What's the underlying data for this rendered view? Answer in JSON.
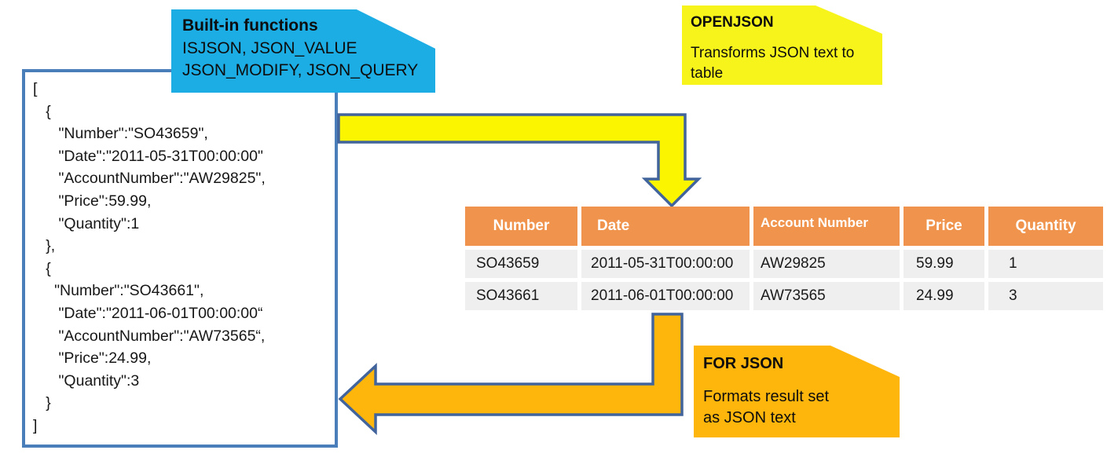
{
  "json_box": {
    "lines": [
      "[",
      "   {",
      "      \"Number\":\"SO43659\",",
      "      \"Date\":\"2011-05-31T00:00:00\"",
      "      \"AccountNumber\":\"AW29825\",",
      "      \"Price\":59.99,",
      "      \"Quantity\":1",
      "   },",
      "   {",
      "     \"Number\":\"SO43661\",",
      "      \"Date\":\"2011-06-01T00:00:00“",
      "      \"AccountNumber\":\"AW73565“,",
      "      \"Price\":24.99,",
      "      \"Quantity\":3",
      "   }",
      "]"
    ]
  },
  "callouts": {
    "builtin": {
      "title": "Built-in functions",
      "line1": "ISJSON, JSON_VALUE",
      "line2": "JSON_MODIFY, JSON_QUERY"
    },
    "openjson": {
      "title": "OPENJSON",
      "body_line1": "Transforms JSON text to",
      "body_line2": "table"
    },
    "forjson": {
      "title": "FOR JSON",
      "body_line1": "Formats result set",
      "body_line2": "as JSON text"
    }
  },
  "table": {
    "headers": [
      "Number",
      "Date",
      "Account Number",
      "Price",
      "Quantity"
    ],
    "rows": [
      [
        "SO43659",
        "2011-05-31T00:00:00",
        "AW29825",
        "59.99",
        "1"
      ],
      [
        "SO43661",
        "2011-06-01T00:00:00",
        "AW73565",
        "24.99",
        "3"
      ]
    ]
  },
  "arrows": {
    "openjson_arrow": "json-text-to-table",
    "forjson_arrow": "table-to-json-text"
  },
  "colors": {
    "cyan_callout": "#1CADE4",
    "yellow_callout": "#F7F41B",
    "orange_callout": "#FFB60C",
    "table_header": "#F0944D",
    "table_row": "#EFEFEF",
    "arrow_yellow": "#FBF500",
    "arrow_orange": "#FFB60C",
    "arrow_border": "#41649C",
    "json_box_border": "#4A7EBB"
  }
}
